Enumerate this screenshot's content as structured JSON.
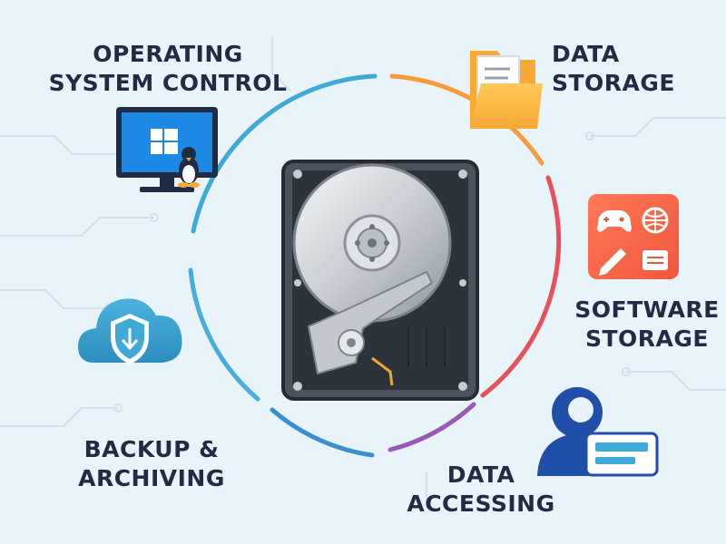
{
  "labels": {
    "os": {
      "line1": "OPERATING",
      "line2": "SYSTEM CONTROL"
    },
    "storage": {
      "line1": "DATA",
      "line2": "STORAGE"
    },
    "software": {
      "line1": "SOFTWARE",
      "line2": "STORAGE"
    },
    "accessing": {
      "line1": "DATA",
      "line2": "ACCESSING"
    },
    "backup": {
      "line1": "BACKUP &",
      "line2": "ARCHIVING"
    }
  },
  "icons": {
    "os": "monitor-with-windows-and-linux-icon",
    "storage": "folder-with-document-icon",
    "software": "apps-tile-icon",
    "accessing": "user-with-id-card-icon",
    "backup": "cloud-shield-icon",
    "center": "hard-disk-drive-icon"
  },
  "colors": {
    "background": "#e8f3fa",
    "ring_blue": "#3fa9d8",
    "ring_orange": "#f79a3a",
    "ring_red": "#e8505b",
    "ring_purple": "#9b59b6",
    "text": "#1f2d44"
  }
}
